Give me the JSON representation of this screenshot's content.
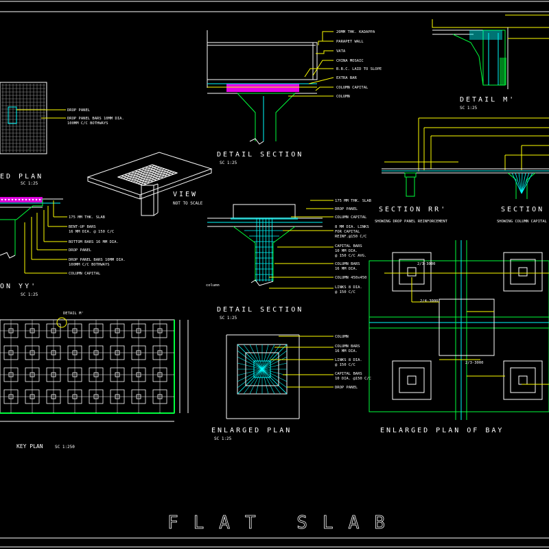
{
  "sheet": {
    "title": "FLAT SLAB"
  },
  "colors": {
    "background": "#000000",
    "linework": "#ffffff",
    "leader": "#ffff00",
    "concrete": "#00ff3c",
    "reinforcement": "#00ffff",
    "finish": "#ff00ff"
  },
  "drawings": {
    "drop_plan": {
      "caption": "ED PLAN",
      "scale": "SC 1:25",
      "notes": [
        "DROP PANEL",
        "DROP PANEL BARS 10MM DIA.",
        "100MM C/C BOTHWAYS"
      ]
    },
    "view3d": {
      "caption": "VIEW",
      "scale": "NOT TO SCALE"
    },
    "detail_section_top": {
      "caption": "DETAIL SECTION",
      "scale": "SC 1:25",
      "notes": [
        "20MM THK. KADAPPA",
        "PARAPET WALL",
        "VATA",
        "CHINA MOSAIC",
        "B.B.C. LAID TO SLOPE",
        "EXTRA BAR",
        "COLUMN CAPITAL",
        "COLUMN"
      ]
    },
    "detail_m": {
      "caption": "DETAIL M'",
      "scale": "SC 1:25"
    },
    "section_yy": {
      "caption": "ON YY'",
      "scale": "SC 1:25",
      "notes": [
        "175 MM THK. SLAB",
        "BENT-UP BARS",
        "16 MM DIA. @ 150 C/C",
        "BOTTOM BARS 16 MM DIA.",
        "DROP PANEL",
        "DROP PANEL BARS 10MM DIA.",
        "100MM C/C BOTHWAYS",
        "COLUMN CAPITAL"
      ]
    },
    "section_rr": {
      "caption": "SECTION RR'",
      "sub": "SHOWING DROP PANEL REINFORCEMENT"
    },
    "section_col": {
      "caption": "SECTION",
      "sub": "SHOWING COLUMN CAPITAL"
    },
    "detail_section_mid": {
      "caption": "DETAIL SECTION",
      "scale": "SC 1:25",
      "notes": [
        "175 MM THK. SLAB",
        "DROP PANEL",
        "COLUMN CAPITAL",
        "8 MM DIA. LINKS",
        "FOR CAPITAL",
        "REINF.@150 C/C",
        "CAPITAL BARS",
        "10 MM DIA.",
        "@ 150 C/C AVG.",
        "COLUMN BARS",
        "16 MM DIA.",
        "COLUMN 450x450",
        "LINKS 8 DIA.",
        "@ 150 C/C"
      ],
      "tag": "column"
    },
    "key_plan": {
      "caption": "KEY PLAN",
      "scale": "SC 1:250",
      "marker": "DETAIL M'"
    },
    "enlarged_plan": {
      "caption": "ENLARGED PLAN",
      "scale": "SC 1:25",
      "notes": [
        "COLUMN",
        "COLUMN BARS",
        "16 MM DIA.",
        "LINKS 8 DIA.",
        "@ 150 C/C",
        "CAPITAL BARS",
        "10 DIA. @150 C/C",
        "DROP PANEL"
      ]
    },
    "enlarged_bay": {
      "caption": "ENLARGED PLAN OF BAY",
      "dims": [
        "2/3-3000",
        "2/4-3000",
        "2/3-3000"
      ]
    }
  }
}
